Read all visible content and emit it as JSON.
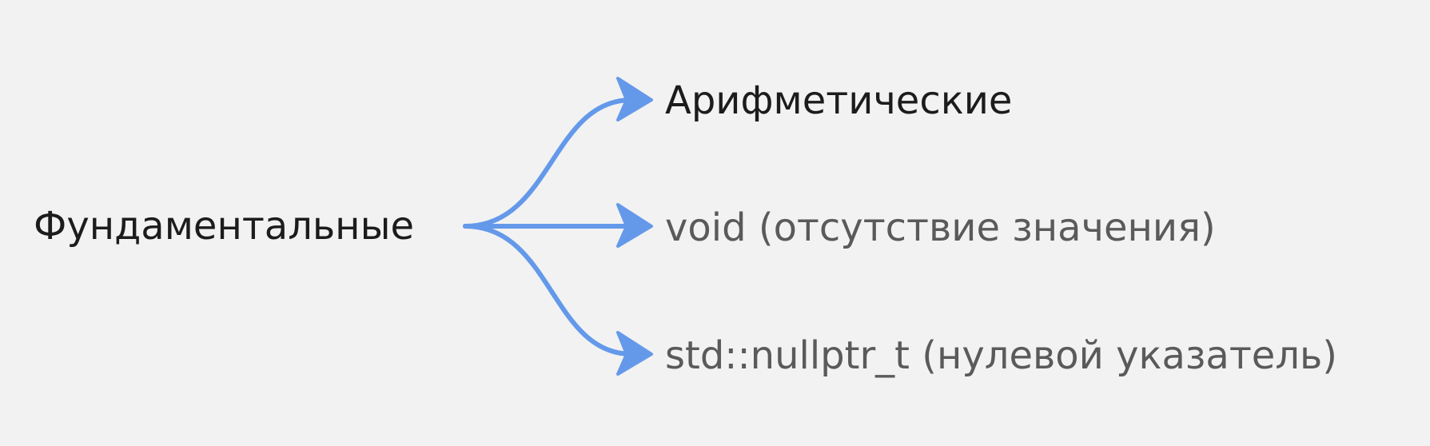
{
  "diagram": {
    "root": "Фундаментальные",
    "children": [
      "Арифметические",
      "void (отсутствие значения)",
      "std::nullptr_t (нулевой указатель)"
    ],
    "arrow_color": "#6499ea",
    "text_color_primary": "#1c1c1c",
    "text_color_secondary": "#5a5a5a"
  }
}
